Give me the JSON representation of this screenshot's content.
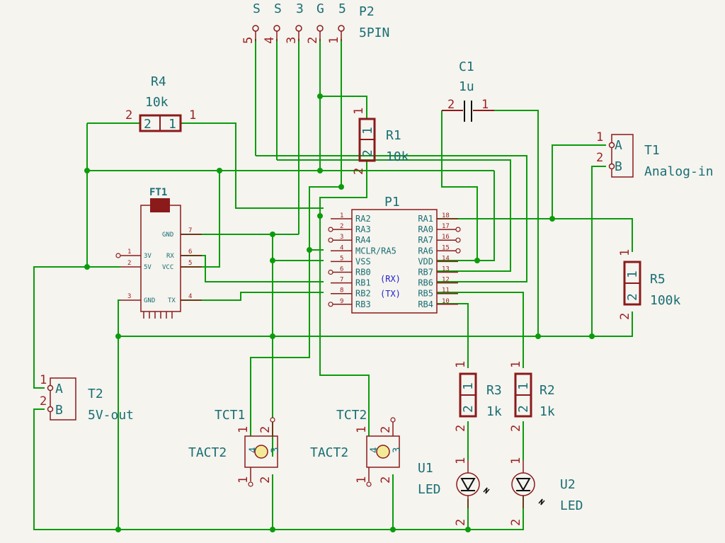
{
  "p2": {
    "ref": "P2",
    "value": "5PIN",
    "pins": [
      {
        "name": "S",
        "num": "5"
      },
      {
        "name": "S",
        "num": "4"
      },
      {
        "name": "3",
        "num": "3"
      },
      {
        "name": "G",
        "num": "2"
      },
      {
        "name": "5",
        "num": "1"
      }
    ]
  },
  "r4": {
    "ref": "R4",
    "value": "10k",
    "pin_left": "2",
    "pin_right": "1"
  },
  "r1": {
    "ref": "R1",
    "value": "10k",
    "pin_top": "1",
    "pin_bottom": "2"
  },
  "r5": {
    "ref": "R5",
    "value": "100k",
    "pin_top": "1",
    "pin_bottom": "2"
  },
  "r3": {
    "ref": "R3",
    "value": "1k",
    "pin_top": "1",
    "pin_bottom": "2"
  },
  "r2": {
    "ref": "R2",
    "value": "1k",
    "pin_top": "1",
    "pin_bottom": "2"
  },
  "c1": {
    "ref": "C1",
    "value": "1u",
    "pin_left": "2",
    "pin_right": "1"
  },
  "t1": {
    "ref": "T1",
    "value": "Analog-in",
    "pin_a": "A",
    "pin_b": "B",
    "num_a": "1",
    "num_b": "2"
  },
  "t2": {
    "ref": "T2",
    "value": "5V-out",
    "pin_a": "A",
    "pin_b": "B",
    "num_a": "1",
    "num_b": "2"
  },
  "ft1": {
    "ref": "FT1",
    "pins": [
      {
        "name": "3V",
        "num": "1"
      },
      {
        "name": "5V",
        "num": "2"
      },
      {
        "name": "GND",
        "num": "3"
      },
      {
        "name": "TX",
        "num": "4"
      },
      {
        "name": "VCC",
        "num": "5"
      },
      {
        "name": "RX",
        "num": "6"
      },
      {
        "name": "GND",
        "num": "7"
      }
    ]
  },
  "p1": {
    "ref": "P1",
    "left_pins": [
      {
        "name": "RA2",
        "num": "1"
      },
      {
        "name": "RA3",
        "num": "2"
      },
      {
        "name": "RA4",
        "num": "3"
      },
      {
        "name": "MCLR/RA5",
        "num": "4"
      },
      {
        "name": "VSS",
        "num": "5"
      },
      {
        "name": "RB0",
        "num": "6"
      },
      {
        "name": "RB1",
        "num": "7"
      },
      {
        "name": "RB2",
        "num": "8"
      },
      {
        "name": "RB3",
        "num": "9"
      }
    ],
    "right_pins": [
      {
        "name": "RA1",
        "num": "18"
      },
      {
        "name": "RA0",
        "num": "17"
      },
      {
        "name": "RA7",
        "num": "16"
      },
      {
        "name": "RA6",
        "num": "15"
      },
      {
        "name": "VDD",
        "num": "14"
      },
      {
        "name": "RB7",
        "num": "13"
      },
      {
        "name": "RB6",
        "num": "12"
      },
      {
        "name": "RB5",
        "num": "11"
      },
      {
        "name": "RB4",
        "num": "10"
      }
    ],
    "note_rx": "(RX)",
    "note_tx": "(TX)"
  },
  "tct1": {
    "ref": "TCT1",
    "value": "TACT2",
    "pins": [
      "1",
      "2",
      "4",
      "3",
      "1",
      "2"
    ]
  },
  "tct2": {
    "ref": "TCT2",
    "value": "TACT2",
    "pins": [
      "1",
      "2",
      "4",
      "3",
      "1",
      "2"
    ]
  },
  "u1": {
    "ref": "U1",
    "value": "LED",
    "pin_top": "1",
    "pin_bottom": "2"
  },
  "u2": {
    "ref": "U2",
    "value": "LED",
    "pin_top": "1",
    "pin_bottom": "2"
  },
  "colors": {
    "wire": "#0a9c0a",
    "body": "#8b1a1a",
    "text": "#1a6e73",
    "pin": "#9b2020",
    "background": "#f5f4ef"
  }
}
